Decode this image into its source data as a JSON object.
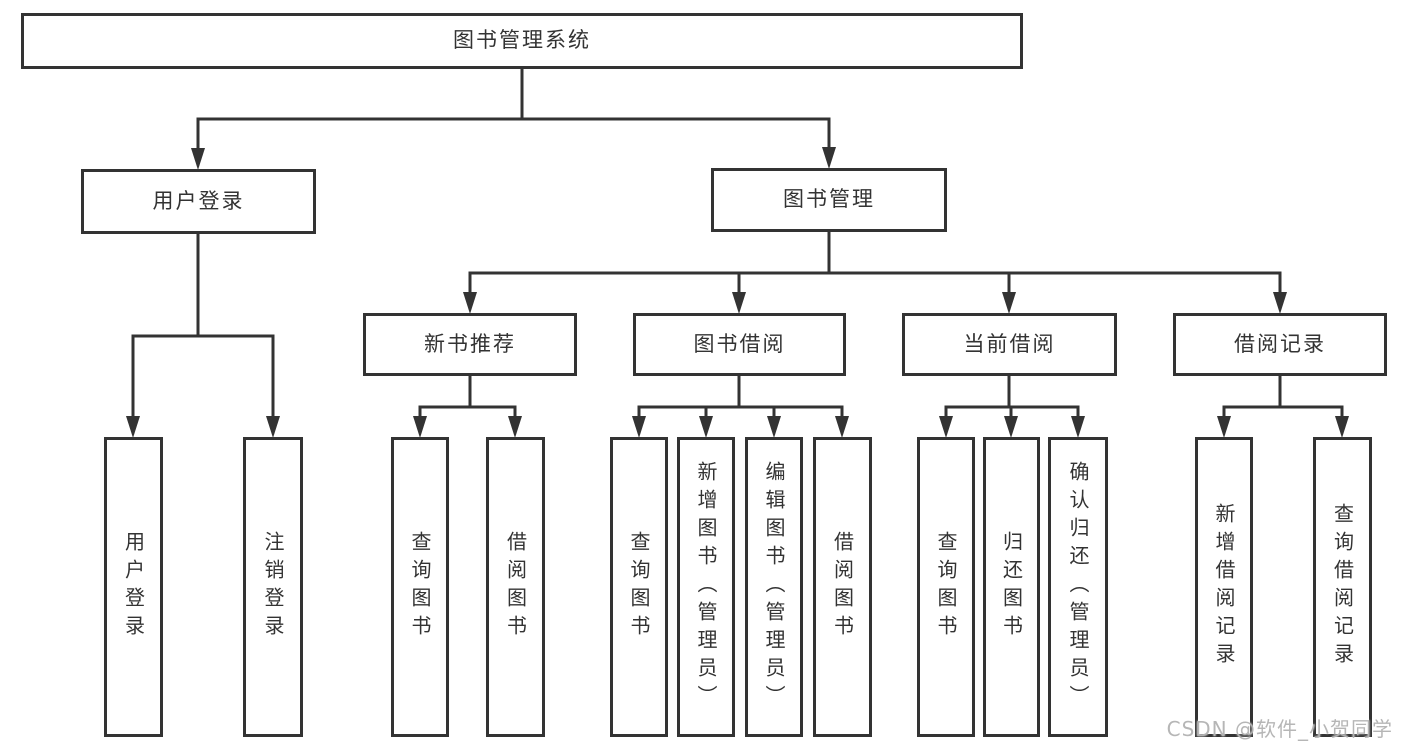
{
  "diagram_type": "hierarchy",
  "colors": {
    "line": "#333333",
    "box_border": "#333333",
    "box_fill": "#ffffff",
    "text": "#333333",
    "background": "#ffffff",
    "watermark": "#b2b2b2"
  },
  "tree": {
    "label": "图书管理系统",
    "children": [
      {
        "label": "用户登录",
        "children": [
          {
            "label": "用户登录"
          },
          {
            "label": "注销登录"
          }
        ]
      },
      {
        "label": "图书管理",
        "children": [
          {
            "label": "新书推荐",
            "children": [
              {
                "label": "查询图书"
              },
              {
                "label": "借阅图书"
              }
            ]
          },
          {
            "label": "图书借阅",
            "children": [
              {
                "label": "查询图书"
              },
              {
                "label": "新增图书（管理员）"
              },
              {
                "label": "编辑图书（管理员）"
              },
              {
                "label": "借阅图书"
              }
            ]
          },
          {
            "label": "当前借阅",
            "children": [
              {
                "label": "查询图书"
              },
              {
                "label": "归还图书"
              },
              {
                "label": "确认归还（管理员）"
              }
            ]
          },
          {
            "label": "借阅记录",
            "children": [
              {
                "label": "新增借阅记录"
              },
              {
                "label": "查询借阅记录"
              }
            ]
          }
        ]
      }
    ]
  },
  "watermark": {
    "text": "CSDN @软件_小贺同学"
  }
}
